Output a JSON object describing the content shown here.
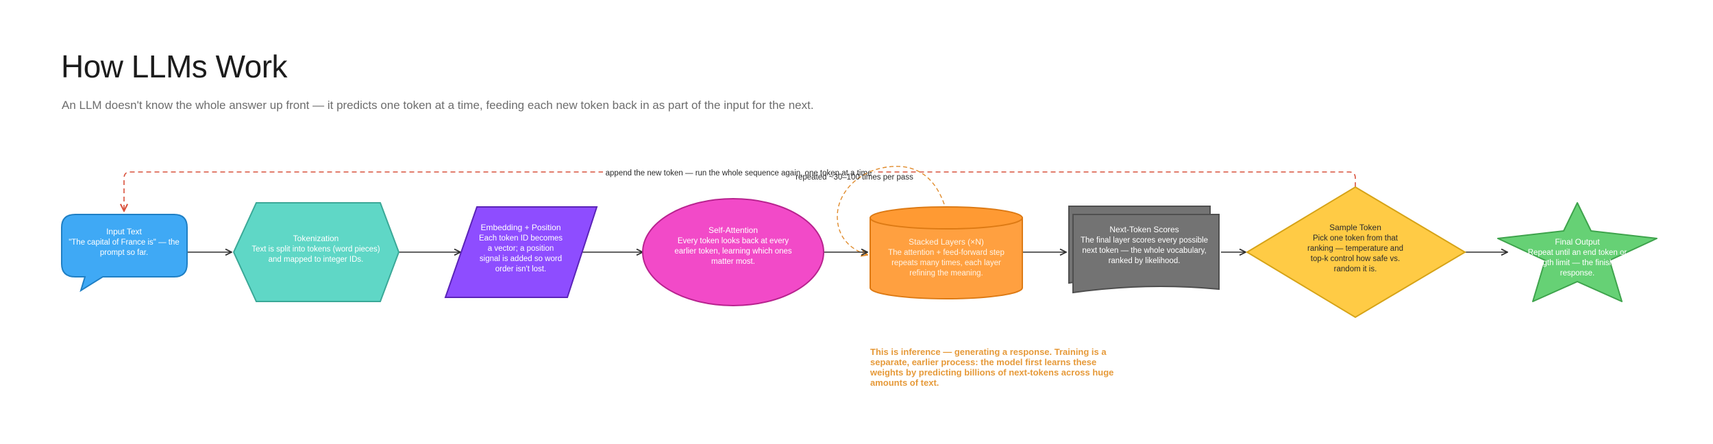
{
  "title": "How LLMs Work",
  "subtitle": "An LLM doesn't know the whole answer up front — it predicts one token at a time, feeding each new token back in as part of the input for the next.",
  "nodes": [
    {
      "id": "input-text",
      "shape": "speech-bubble",
      "color": "#3fa9f5",
      "stroke": "#1f7fc4",
      "text_color": "#ffffff",
      "title": "Input Text",
      "body": [
        "\"The capital of France is\" — the",
        "prompt so far."
      ]
    },
    {
      "id": "tokenization",
      "shape": "hexagon",
      "color": "#5fd7c6",
      "stroke": "#3aa897",
      "text_color": "#ffffff",
      "title": "Tokenization",
      "body": [
        "Text is split into tokens (word pieces)",
        "and mapped to integer IDs."
      ]
    },
    {
      "id": "embedding",
      "shape": "parallelogram",
      "color": "#8e4dff",
      "stroke": "#5a23b8",
      "text_color": "#ffffff",
      "title": "Embedding + Position",
      "body": [
        "Each token ID becomes",
        "a vector; a position",
        "signal is added so word",
        "order isn't lost."
      ]
    },
    {
      "id": "self-attention",
      "shape": "ellipse",
      "color": "#f24ac8",
      "stroke": "#b8238f",
      "text_color": "#ffffff",
      "title": "Self-Attention",
      "body": [
        "Every token looks back at every",
        "earlier token, learning which ones",
        "matter most."
      ]
    },
    {
      "id": "stacked-layers",
      "shape": "cylinder",
      "color": "#ffa040",
      "stroke": "#dd7a14",
      "text_color": "#fff3e4",
      "title": "Stacked Layers (×N)",
      "body": [
        "The attention + feed-forward step",
        "repeats many times, each layer",
        "refining the meaning."
      ]
    },
    {
      "id": "next-token-scores",
      "shape": "documents",
      "color": "#737373",
      "stroke": "#4f4f4f",
      "text_color": "#ffffff",
      "title": "Next-Token Scores",
      "body": [
        "The final layer scores every possible",
        "next token — the whole vocabulary,",
        "ranked by likelihood."
      ]
    },
    {
      "id": "sample-token",
      "shape": "diamond",
      "color": "#ffcb45",
      "stroke": "#d6a317",
      "text_color": "#2b2b2b",
      "title": "Sample Token",
      "body": [
        "Pick one token from that",
        "ranking — temperature and",
        "top-k control how safe vs.",
        "random it is."
      ]
    },
    {
      "id": "final-output",
      "shape": "star",
      "color": "#66d175",
      "stroke": "#3ea34c",
      "text_color": "#ffffff",
      "title": "Final Output",
      "body": [
        "Repeat until an end token or",
        "length limit — the finished",
        "response."
      ]
    }
  ],
  "loop_label": "append the new token — run the whole sequence again, one token at a time",
  "repeat_label": "repeated ~30–100 times per pass",
  "note": "This is inference — generating a response. Training is a separate, earlier process: the model first learns these weights by predicting billions of next-tokens across huge amounts of text.",
  "colors": {
    "arrow": "#2f2f2f",
    "loop": "#d9503b",
    "repeat": "#e08a2a",
    "note": "#e69a3a"
  }
}
